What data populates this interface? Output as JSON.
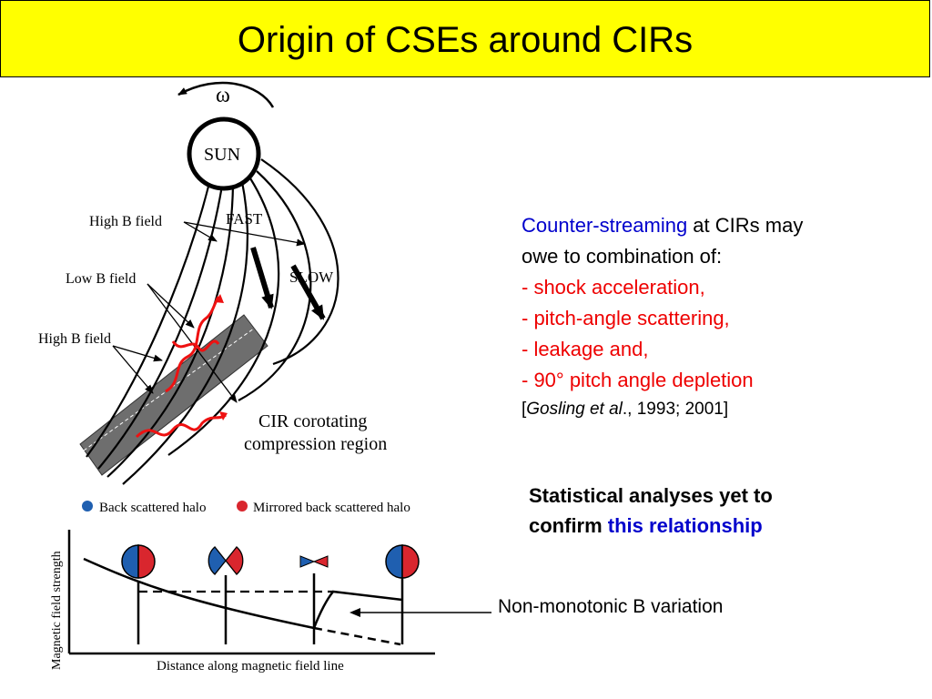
{
  "title": "Origin of CSEs around CIRs",
  "diagram": {
    "omega": "ω",
    "sun": "SUN",
    "fast": "FAST",
    "slow": "SLOW",
    "high_b_field_top": "High B field",
    "low_b_field": "Low B field",
    "high_b_field_bottom": "High B field",
    "cir_line1": "CIR corotating",
    "cir_line2": "compression region"
  },
  "legend": {
    "back_scattered": "Back scattered halo",
    "mirrored_back_scattered": "Mirrored back scattered halo"
  },
  "bottom_plot": {
    "ylabel": "Magnetic field strength",
    "xlabel": "Distance along magnetic field line"
  },
  "text": {
    "counter_streaming": "Counter-streaming",
    "line1_rest": " at CIRs may",
    "line2": "owe to combination of:",
    "item1": "- shock acceleration,",
    "item2": "- pitch-angle scattering,",
    "item3": "- leakage and,",
    "item4": "- 90° pitch angle depletion",
    "ref_open": "[",
    "ref_author": "Gosling et al",
    "ref_rest": "., 1993; 2001]"
  },
  "stat": {
    "line1": "Statistical analyses yet to",
    "confirm": "confirm ",
    "relationship": "this relationship"
  },
  "annotation": "Non-monotonic B variation",
  "colors": {
    "title_bg": "#ffff00",
    "blue_text": "#0000cc",
    "red_text": "#ee0000",
    "halo_blue": "#1f5fb0",
    "halo_red": "#d9262e",
    "cir_band": "#6e6e6e",
    "wave_red": "#ee1111"
  },
  "icons": [
    "sun-circle",
    "rotation-arrow",
    "halo-pitch-angle-icon"
  ]
}
